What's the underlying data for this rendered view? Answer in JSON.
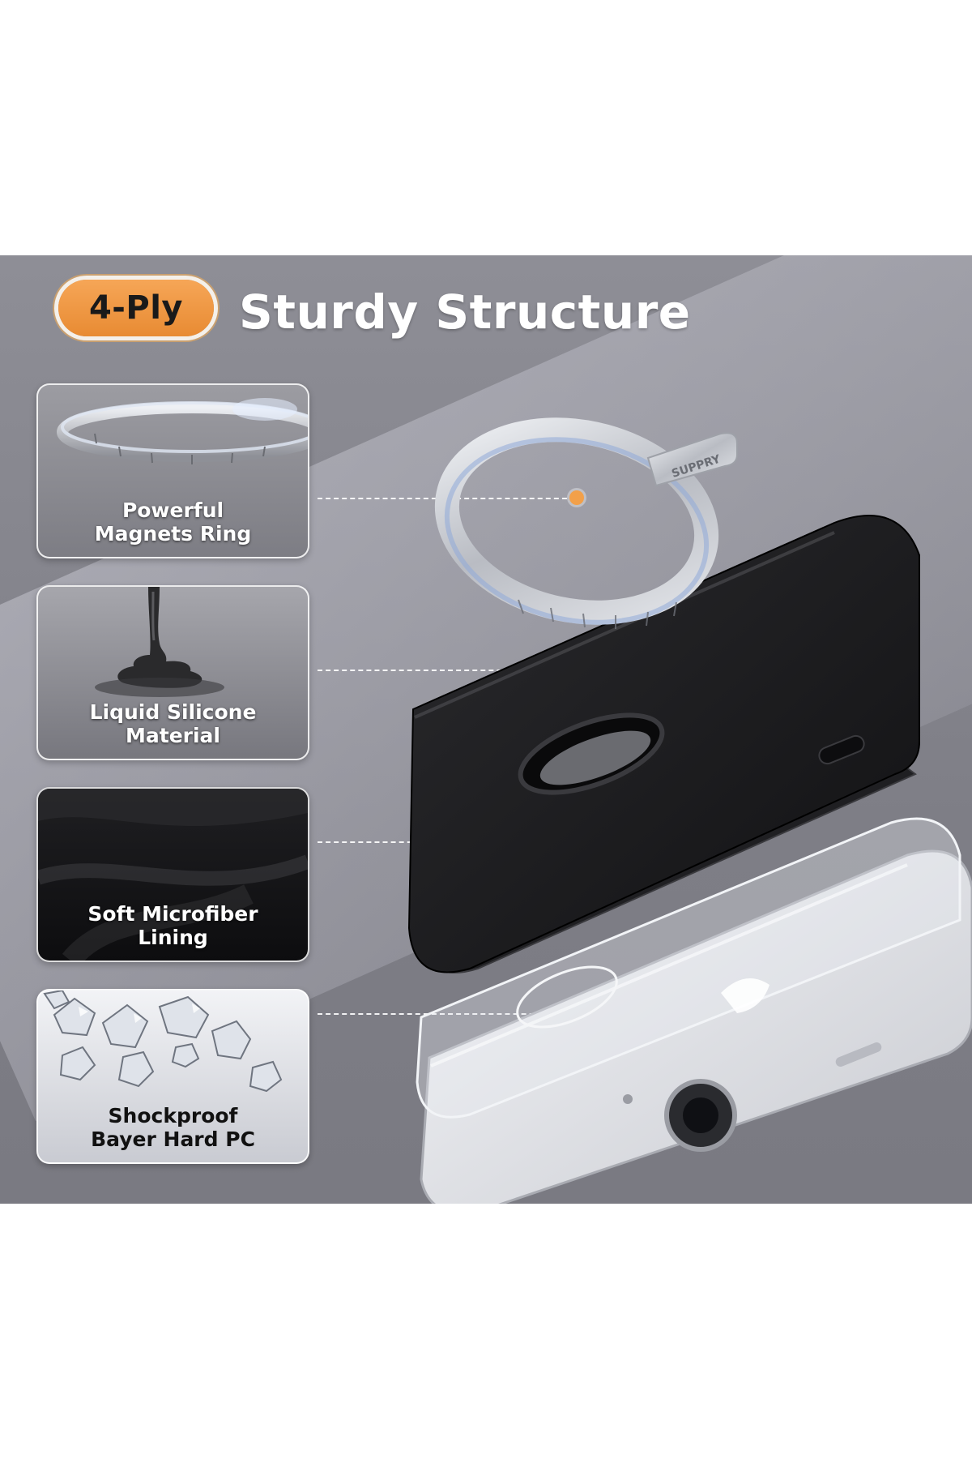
{
  "header": {
    "badge_label": "4-Ply",
    "title": "Sturdy Structure"
  },
  "layers": [
    {
      "line1": "Powerful",
      "line2": "Magnets Ring"
    },
    {
      "line1": "Liquid Silicone",
      "line2": "Material"
    },
    {
      "line1": "Soft Microfiber",
      "line2": "Lining"
    },
    {
      "line1": "Shockproof",
      "line2": "Bayer Hard PC"
    }
  ],
  "product": {
    "tab_text": "SUPPRY"
  },
  "colors": {
    "accent_orange": "#f2a04a",
    "panel_gray": "#85858d",
    "case_black": "#1c1c1e",
    "text_white": "#ffffff"
  }
}
